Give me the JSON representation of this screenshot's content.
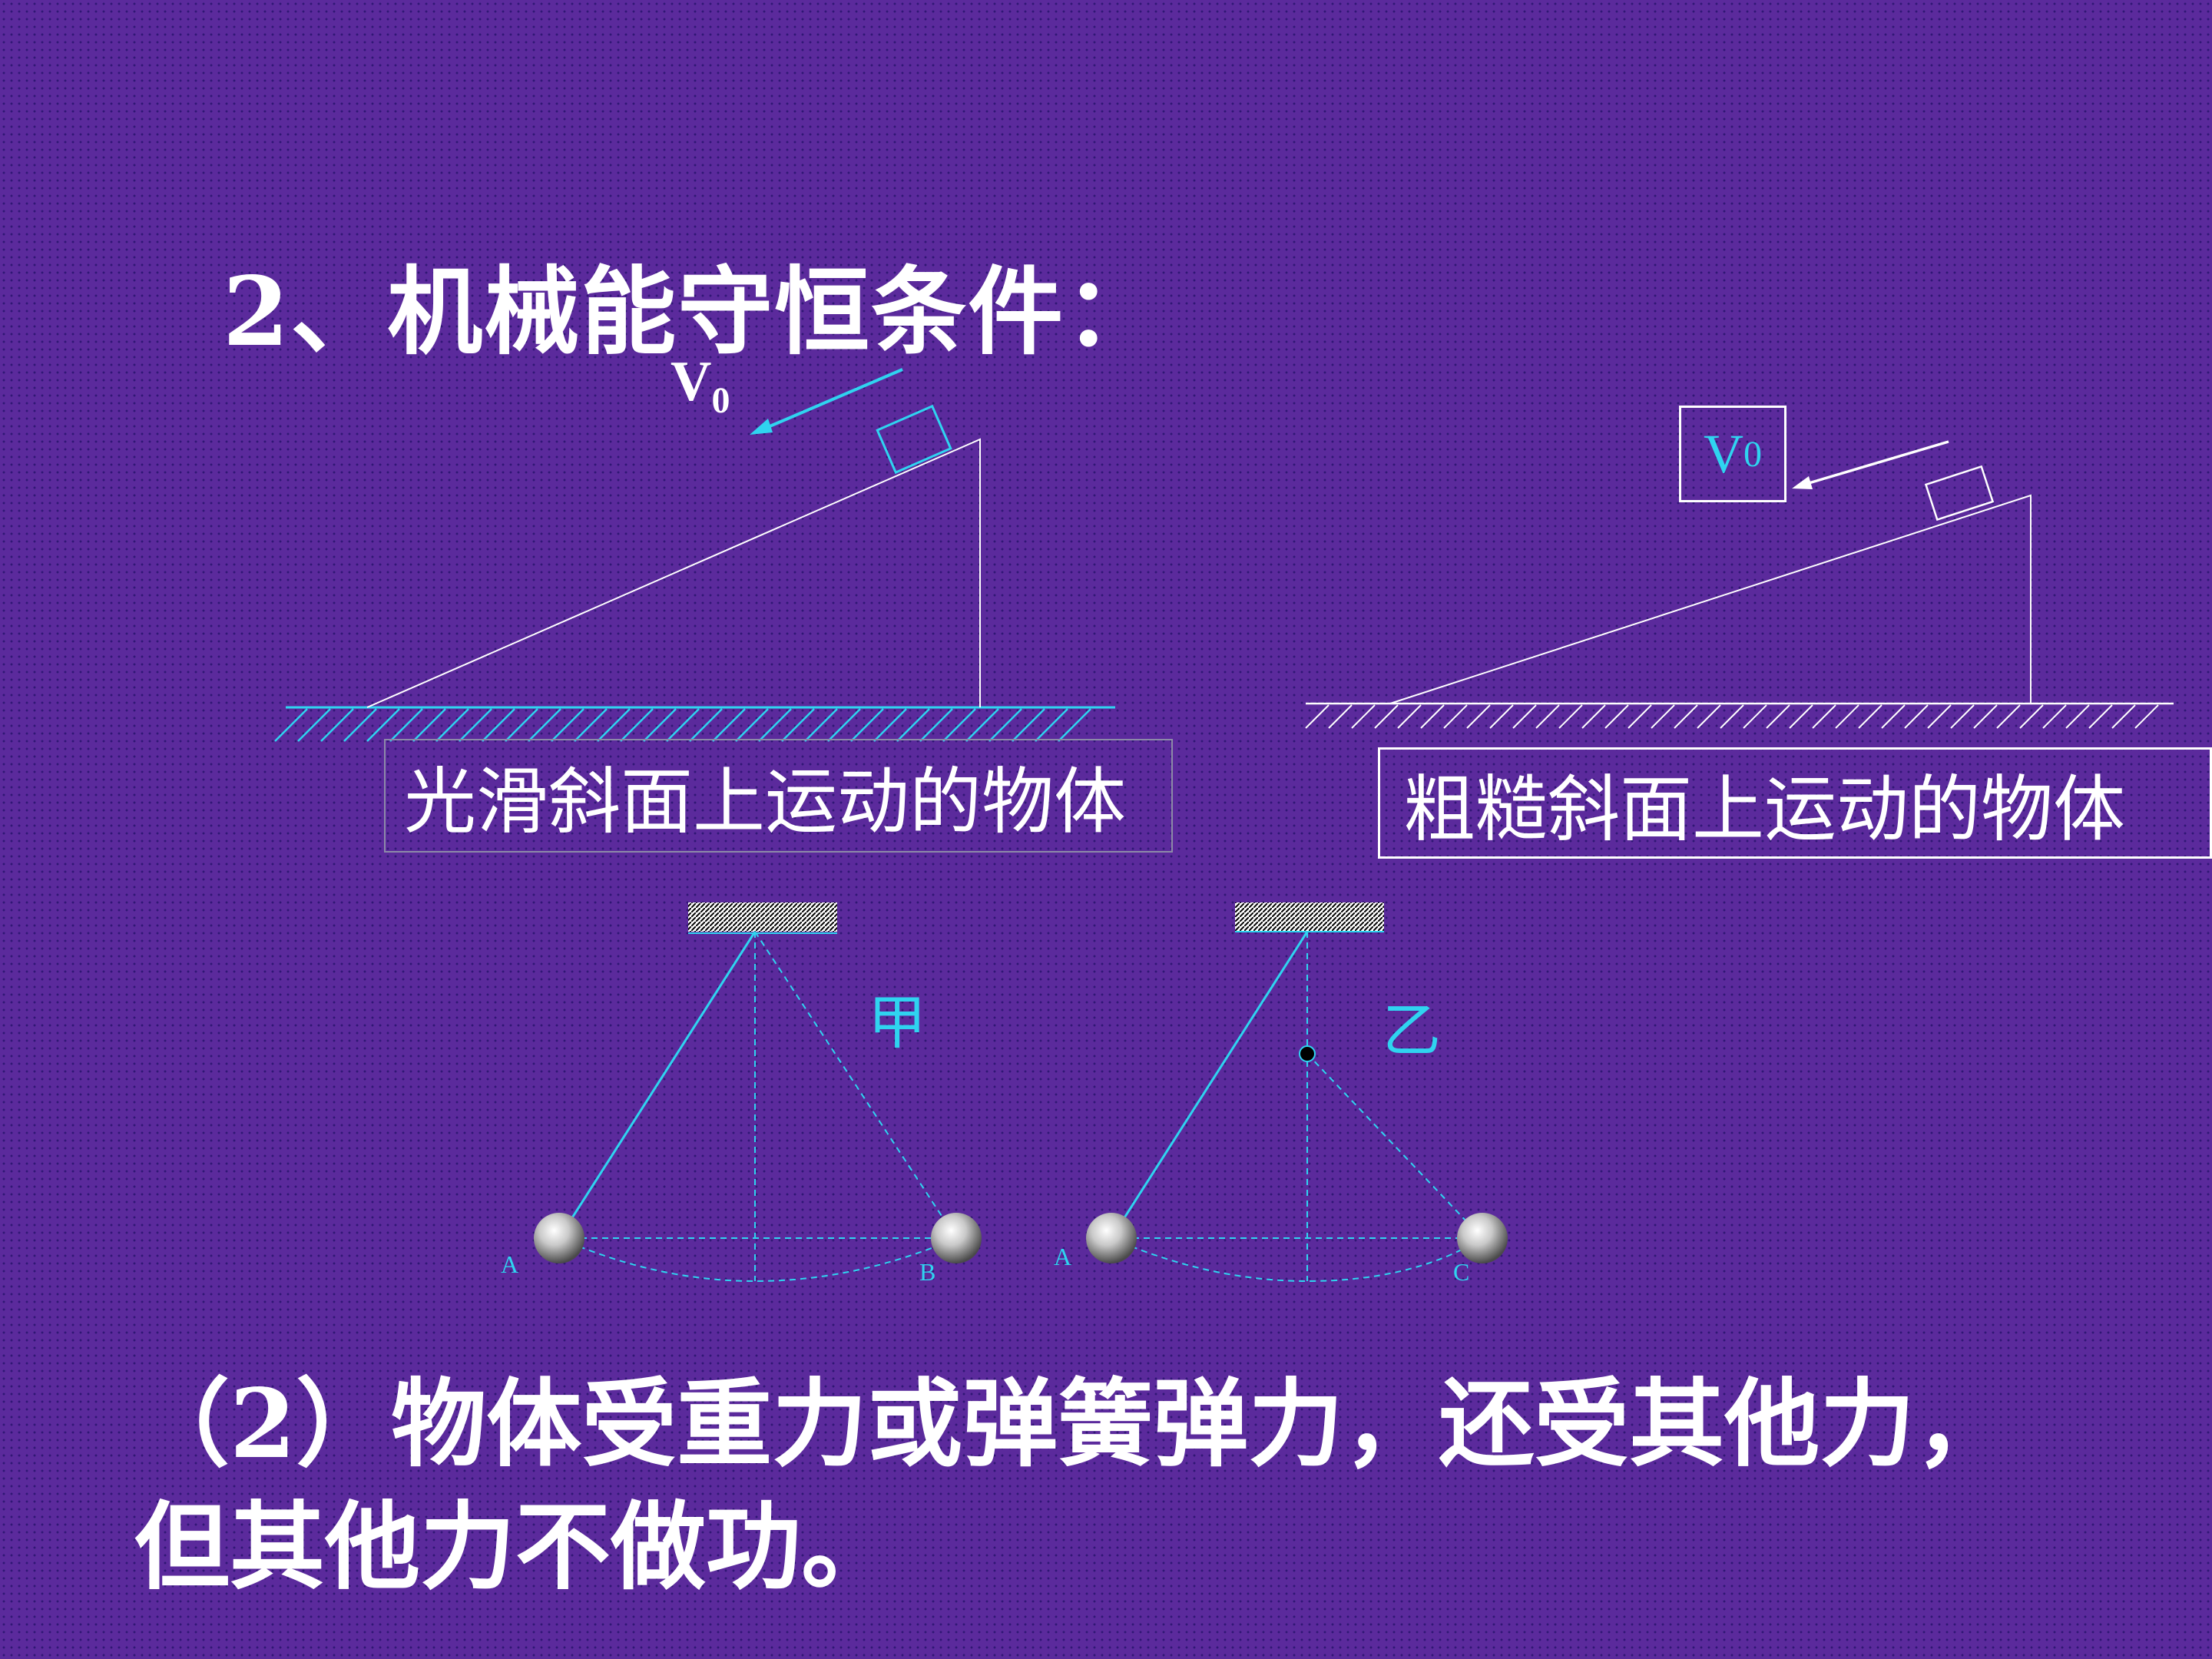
{
  "title": "2、机械能守恒条件：",
  "captions": {
    "smooth_incline": "光滑斜面上运动的物体",
    "rough_incline": "粗糙斜面上运动的物体"
  },
  "velocity_label": {
    "main": "V",
    "sub": "0"
  },
  "pendulums": {
    "jia": {
      "label": "甲",
      "start_point": "A",
      "end_point": "B"
    },
    "yi": {
      "label": "乙",
      "start_point": "A",
      "end_point": "C"
    }
  },
  "conclusion": {
    "line1": "（2）物体受重力或弹簧弹力，还受其他力，",
    "line2": "但其他力不做功。"
  },
  "colors": {
    "background": "#5b2a9c",
    "text": "#ffffff",
    "accent_cyan": "#2fd4f0"
  }
}
